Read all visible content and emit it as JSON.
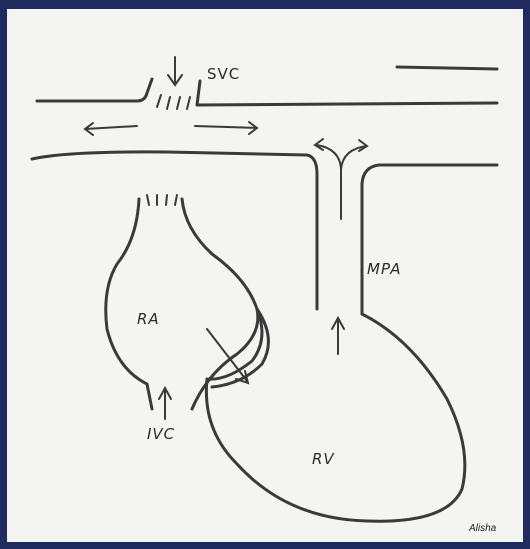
{
  "labels": {
    "svc": "SVC",
    "mpa": "MPA",
    "ra": "RA",
    "ivc": "IVC",
    "rv": "RV"
  },
  "credit": "Alisha",
  "colors": {
    "border": "#1f2b5e",
    "paper": "#f4f4f2",
    "pencil": "#3a3a3a"
  }
}
